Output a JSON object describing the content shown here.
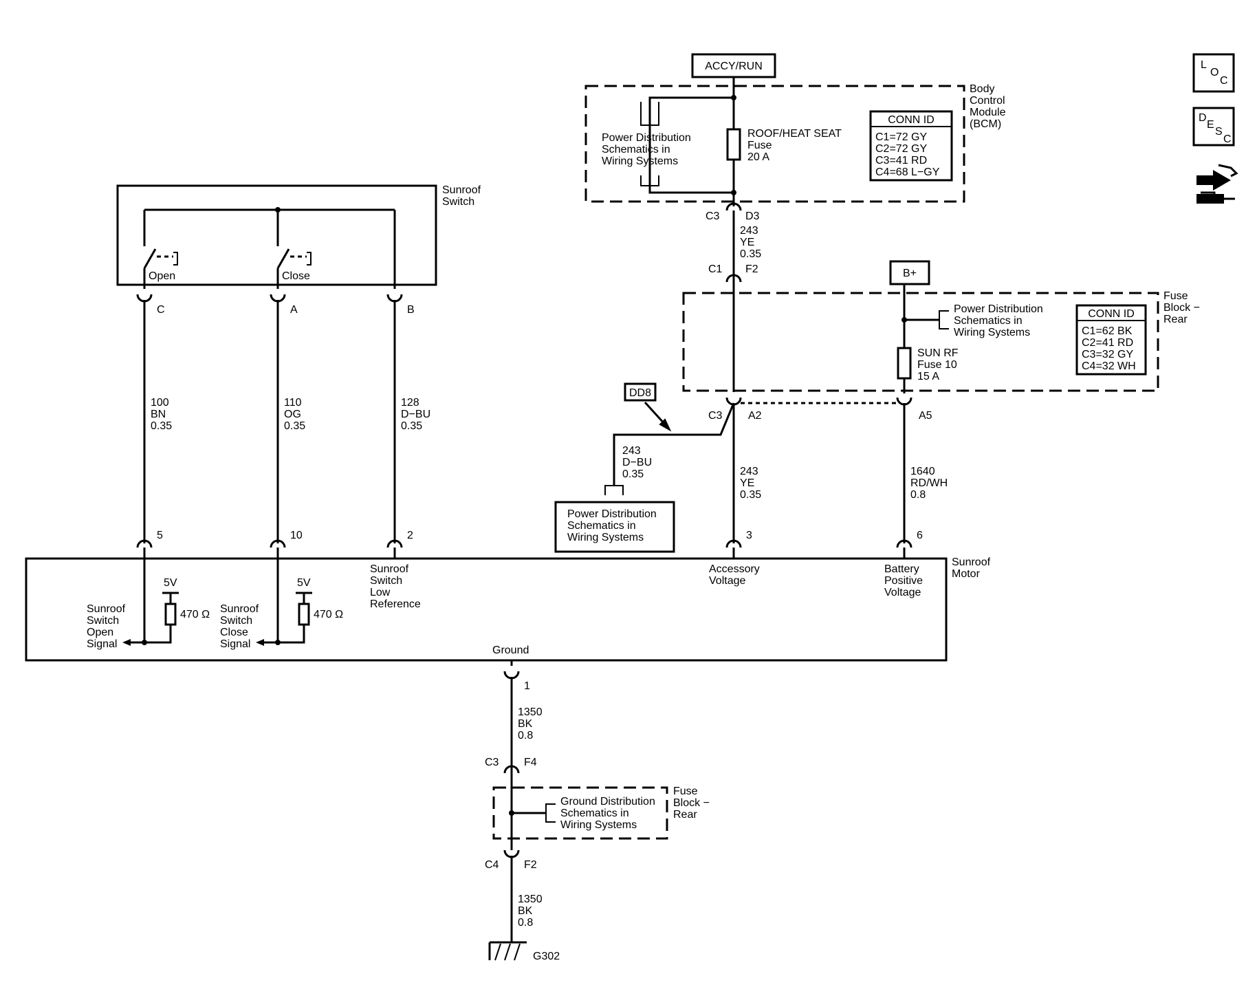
{
  "power_labels": {
    "accy_run": "ACCY/RUN",
    "b_plus": "B+"
  },
  "bcm": {
    "name": [
      "Body",
      "Control",
      "Module",
      "(BCM)"
    ],
    "power_dist": [
      "Power Distribution",
      "Schematics in",
      "Wiring Systems"
    ],
    "fuse": [
      "ROOF/HEAT SEAT",
      "Fuse",
      "20 A"
    ],
    "conn_id_title": "CONN ID",
    "conn_ids": [
      "C1=72 GY",
      "C2=72 GY",
      "C3=41 RD",
      "C4=68 L−GY"
    ],
    "pin_conn": "C3",
    "pin": "D3"
  },
  "wire_243_upper": {
    "circuit": "243",
    "color": "YE",
    "gauge": "0.35"
  },
  "fuse_block_rear": {
    "name": [
      "Fuse",
      "Block −",
      "Rear"
    ],
    "in_conn": "C1",
    "in_pin": "F2",
    "power_dist": [
      "Power Distribution",
      "Schematics in",
      "Wiring Systems"
    ],
    "fuse": [
      "SUN RF",
      "Fuse 10",
      "15 A"
    ],
    "conn_id_title": "CONN ID",
    "conn_ids": [
      "C1=62 BK",
      "C2=41 RD",
      "C3=32 GY",
      "C4=32 WH"
    ],
    "out_conn": "C3",
    "out_pin_a": "A2",
    "out_pin_b": "A5"
  },
  "dd8": {
    "label": "DD8",
    "wire": {
      "circuit": "243",
      "color": "D−BU",
      "gauge": "0.35"
    },
    "power_dist": [
      "Power Distribution",
      "Schematics in",
      "Wiring Systems"
    ]
  },
  "sunroof_switch": {
    "name": [
      "Sunroof",
      "Switch"
    ],
    "open_label": "Open",
    "close_label": "Close",
    "pins": [
      "C",
      "A",
      "B"
    ]
  },
  "wires_switch": [
    {
      "circuit": "100",
      "color": "BN",
      "gauge": "0.35"
    },
    {
      "circuit": "110",
      "color": "OG",
      "gauge": "0.35"
    },
    {
      "circuit": "128",
      "color": "D−BU",
      "gauge": "0.35"
    }
  ],
  "wire_243_lower": {
    "circuit": "243",
    "color": "YE",
    "gauge": "0.35"
  },
  "wire_1640": {
    "circuit": "1640",
    "color": "RD/WH",
    "gauge": "0.8"
  },
  "sunroof_motor": {
    "name": [
      "Sunroof",
      "Motor"
    ],
    "pins": [
      "5",
      "10",
      "2",
      "3",
      "6"
    ],
    "open_signal": [
      "Sunroof",
      "Switch",
      "Open",
      "Signal"
    ],
    "close_signal": [
      "Sunroof",
      "Switch",
      "Close",
      "Signal"
    ],
    "low_ref": [
      "Sunroof",
      "Switch",
      "Low",
      "Reference"
    ],
    "acc_voltage": [
      "Accessory",
      "Voltage"
    ],
    "batt_voltage": [
      "Battery",
      "Positive",
      "Voltage"
    ],
    "pullup_voltage": "5V",
    "resistor": "470 Ω",
    "ground_label": "Ground",
    "ground_pin": "1"
  },
  "ground_wire_upper": {
    "circuit": "1350",
    "color": "BK",
    "gauge": "0.8"
  },
  "fuse_block_rear_ground": {
    "name": [
      "Fuse",
      "Block −",
      "Rear"
    ],
    "in_conn": "C3",
    "in_pin": "F4",
    "ground_dist": [
      "Ground Distribution",
      "Schematics in",
      "Wiring Systems"
    ],
    "out_conn": "C4",
    "out_pin": "F2"
  },
  "ground_wire_lower": {
    "circuit": "1350",
    "color": "BK",
    "gauge": "0.8"
  },
  "ground_point": "G302",
  "side_icons": {
    "loc": [
      "L",
      "O",
      "C"
    ],
    "desc": [
      "D",
      "E",
      "S",
      "C"
    ],
    "icon_names": [
      "loc-icon",
      "desc-icon",
      "wiring-connector-icon"
    ]
  }
}
